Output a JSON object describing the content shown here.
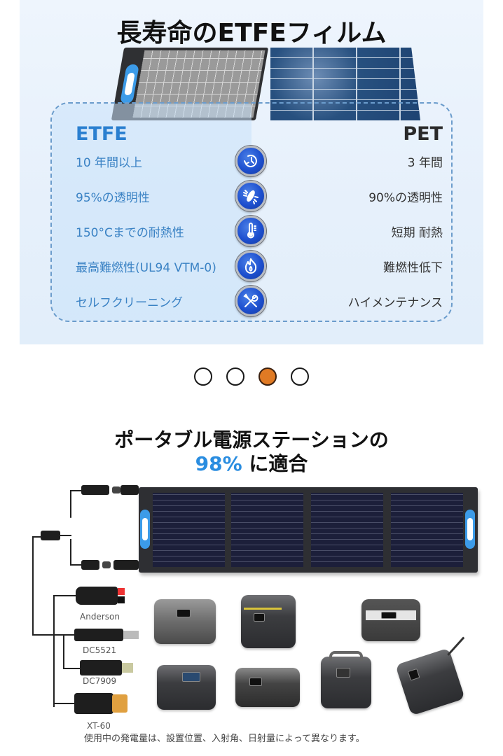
{
  "slide": {
    "title": "長寿命のETFEフィルム",
    "compare": {
      "left_heading": "ETFE",
      "right_heading": "PET",
      "rows": [
        {
          "left": "10 年間以上",
          "icon": "clock-refresh-icon",
          "right": "3 年間"
        },
        {
          "left": "95%の透明性",
          "icon": "light-transparency-icon",
          "right": "90%の透明性"
        },
        {
          "left": "150°Cまでの耐熱性",
          "icon": "thermometer-icon",
          "right": "短期 耐熱"
        },
        {
          "left": "最高難燃性(UL94 VTM-0)",
          "icon": "flame-icon",
          "right": "難燃性低下"
        },
        {
          "left": "セルフクリーニング",
          "icon": "wrench-screwdriver-icon",
          "right": "ハイメンテナンス"
        }
      ]
    }
  },
  "carousel": {
    "dots": [
      {
        "label": "slide 1",
        "active": false
      },
      {
        "label": "slide 2",
        "active": false
      },
      {
        "label": "slide 3",
        "active": true
      },
      {
        "label": "slide 4",
        "active": false
      }
    ],
    "active_color": "#e07a24"
  },
  "section2": {
    "title_line1": "ポータブル電源ステーションの",
    "title_highlight": "98%",
    "title_line2_rest": " に適合",
    "highlight_color": "#2a8de0",
    "connectors": [
      "Anderson",
      "DC5521",
      "DC7909",
      "XT-60"
    ],
    "footnote": "使用中の発電量は、設置位置、入射角、日射量によって異なります。"
  },
  "colors": {
    "etfe_blue": "#2a7fd0",
    "row_blue": "#3a82c4",
    "dashed_border": "#6b9ccc",
    "card_bg": "#e6f0fb"
  }
}
